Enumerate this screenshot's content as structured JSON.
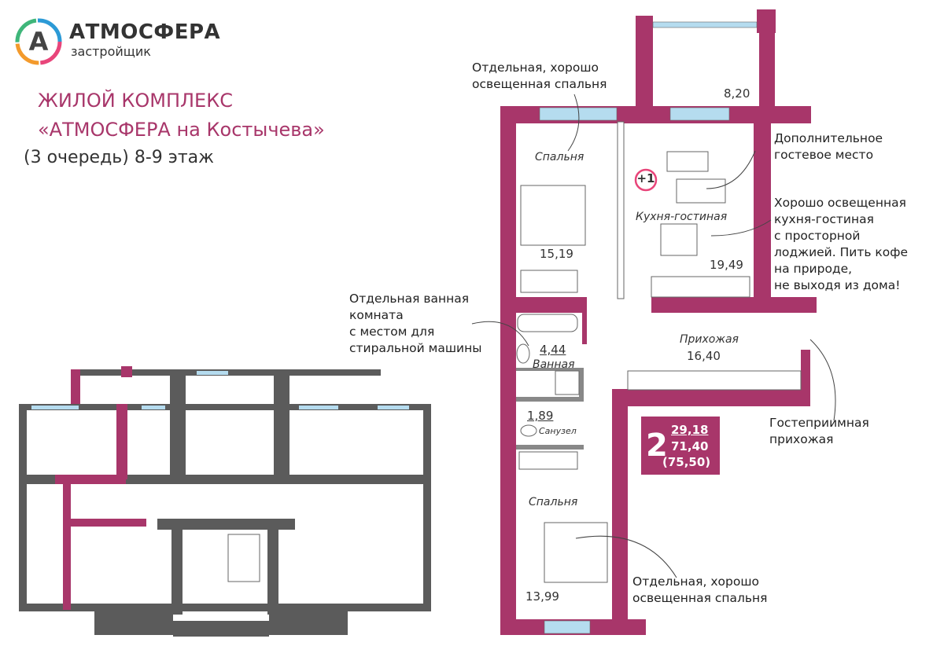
{
  "brand": {
    "name": "АТМОСФЕРА",
    "subtitle": "застройщик",
    "logo_letter": "A"
  },
  "title": {
    "line1": "ЖИЛОЙ КОМПЛЕКС",
    "line2": "«АТМОСФЕРА на Костычева»",
    "line3": "(3 очередь) 8-9 этаж"
  },
  "colors": {
    "wall": "#a8366a",
    "window": "#b5dcef",
    "floor_wall": "#5b5b5b",
    "accent": "#a8366a"
  },
  "callouts": {
    "bedroom_top": [
      "Отдельная, хорошо",
      "освещенная спальня"
    ],
    "extra_guest": [
      "Дополнительное",
      "гостевое место"
    ],
    "kitchen": [
      "Хорошо освещенная",
      "кухня-гостиная",
      "с просторной",
      "лоджией. Пить кофе",
      "на природе,",
      "не выходя из дома!"
    ],
    "bathroom": [
      "Отдельная ванная",
      "комната",
      "с местом для",
      "стиральной машины"
    ],
    "hall": [
      "Гостеприимная",
      "прихожая"
    ],
    "bedroom_bottom": [
      "Отдельная, хорошо",
      "освещенная спальня"
    ]
  },
  "rooms": {
    "bedroom1": {
      "label": "Спальня",
      "area": "15,19"
    },
    "kitchen": {
      "label": "Кухня-гостиная",
      "area": "19,49"
    },
    "loggia": {
      "area": "8,20"
    },
    "bath": {
      "label": "Ванная",
      "area": "4,44"
    },
    "wc": {
      "label": "Санузел",
      "area": "1,89"
    },
    "hall": {
      "label": "Прихожая",
      "area": "16,40"
    },
    "bedroom2": {
      "label": "Спальня",
      "area": "13,99"
    }
  },
  "badge": {
    "rooms": "2",
    "living_area": "29,18",
    "total_area": "71,40",
    "total_with_loggia": "(75,50)"
  },
  "plus_badge": "+1"
}
